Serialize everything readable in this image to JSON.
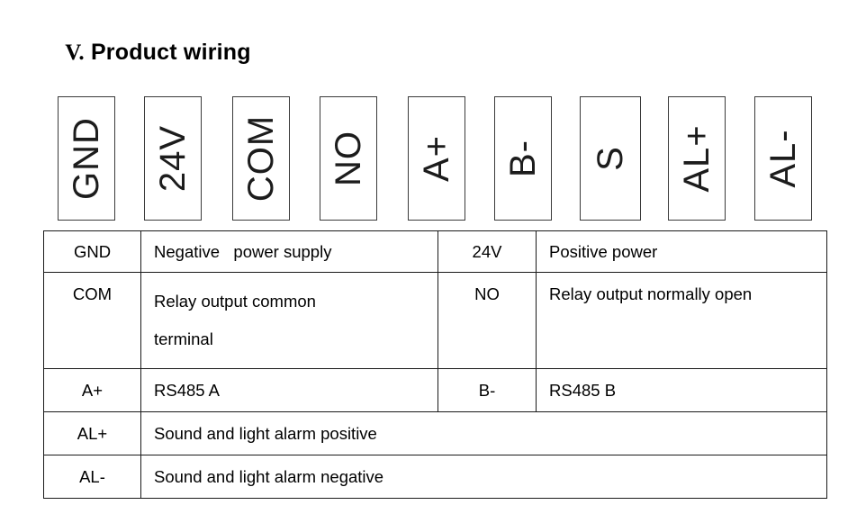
{
  "heading": {
    "numeral": "V.",
    "text": "Product wiring"
  },
  "terminal_strip": {
    "blocks": [
      {
        "label": "GND",
        "overflow": true
      },
      {
        "label": "24V",
        "overflow": false
      },
      {
        "label": "COM",
        "overflow": false
      },
      {
        "label": "NO",
        "overflow": false
      },
      {
        "label": "A+",
        "overflow": false
      },
      {
        "label": "B-",
        "overflow": false
      },
      {
        "label": "S",
        "overflow": false
      },
      {
        "label": "AL+",
        "overflow": false
      },
      {
        "label": "AL-",
        "overflow": false
      }
    ]
  },
  "wiring_table": {
    "rows": [
      {
        "terminal_left": "GND",
        "description_left": "Negative   power supply",
        "terminal_right": "24V",
        "description_right": "Positive power"
      },
      {
        "terminal_left": "COM",
        "description_left": "Relay output common\nterminal",
        "terminal_right": "NO",
        "description_right": "Relay output normally open"
      },
      {
        "terminal_left": "A+",
        "description_left": "RS485 A",
        "terminal_right": "B-",
        "description_right": "RS485 B"
      }
    ],
    "merged_rows": [
      {
        "terminal": "AL+",
        "description": "Sound and light alarm positive"
      },
      {
        "terminal": "AL-",
        "description": "Sound and light alarm negative"
      }
    ]
  },
  "colors": {
    "text": "#000000",
    "block_border": "#3a3a3a",
    "table_border": "#1a1a1a",
    "background": "#ffffff"
  }
}
